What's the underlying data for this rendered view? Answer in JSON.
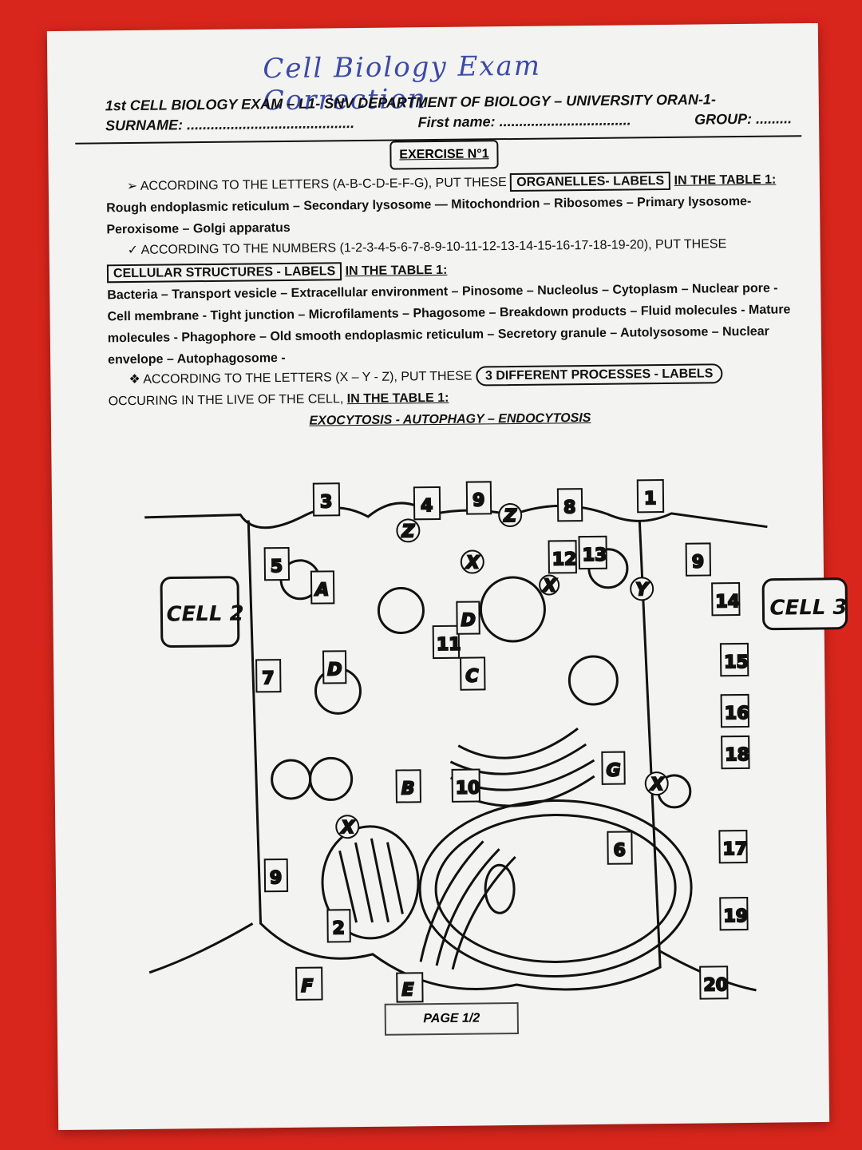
{
  "handwritten_title": "Cell Biology Exam Correction",
  "header": {
    "line1": "1st CELL BIOLOGY EXAM – L1- SNV DEPARTMENT OF BIOLOGY – UNIVERSITY ORAN-1-",
    "surname": "SURNAME: ..........................................",
    "first_name": "First name: .................................",
    "group": "GROUP: ........."
  },
  "exercise_title": "EXERCISE N°1",
  "instruction1": {
    "lead": "ACCORDING TO THE LETTERS (A-B-C-D-E-F-G), PUT THESE",
    "boxed": "ORGANELLES- LABELS",
    "tail": "IN THE TABLE 1:",
    "items": "Rough endoplasmic reticulum – Secondary lysosome — Mitochondrion – Ribosomes – Primary lysosome- Peroxisome – Golgi apparatus"
  },
  "instruction2": {
    "lead": "ACCORDING TO THE NUMBERS (1-2-3-4-5-6-7-8-9-10-11-12-13-14-15-16-17-18-19-20), PUT THESE",
    "boxed": "CELLULAR STRUCTURES - LABELS",
    "tail": "IN THE TABLE 1:",
    "items": "Bacteria – Transport vesicle – Extracellular environment – Pinosome – Nucleolus – Cytoplasm – Nuclear pore - Cell membrane - Tight junction – Microfilaments – Phagosome – Breakdown products – Fluid molecules - Mature molecules - Phagophore – Old smooth endoplasmic reticulum – Secretory granule – Autolysosome – Nuclear envelope – Autophagosome -"
  },
  "instruction3": {
    "lead": "ACCORDING TO THE LETTERS (X – Y - Z), PUT THESE",
    "oval": "3 DIFFERENT PROCESSES - LABELS",
    "tail": "OCCURING IN THE LIVE OF THE CELL,",
    "tail2": "IN THE TABLE 1:",
    "processes": "EXOCYTOSIS - AUTOPHAGY – ENDOCYTOSIS"
  },
  "diagram": {
    "cell_left": "CELL 2",
    "cell_right": "CELL 3",
    "letters": [
      "A",
      "B",
      "C",
      "D",
      "D",
      "E",
      "F",
      "G"
    ],
    "process_letters": [
      "X",
      "X",
      "X",
      "X",
      "Y",
      "Z",
      "Z"
    ],
    "numbers": [
      "1",
      "2",
      "3",
      "4",
      "5",
      "6",
      "7",
      "8",
      "9",
      "9",
      "9",
      "10",
      "11",
      "12",
      "13",
      "14",
      "15",
      "16",
      "17",
      "18",
      "19",
      "20"
    ]
  },
  "footer": "PAGE 1/2"
}
